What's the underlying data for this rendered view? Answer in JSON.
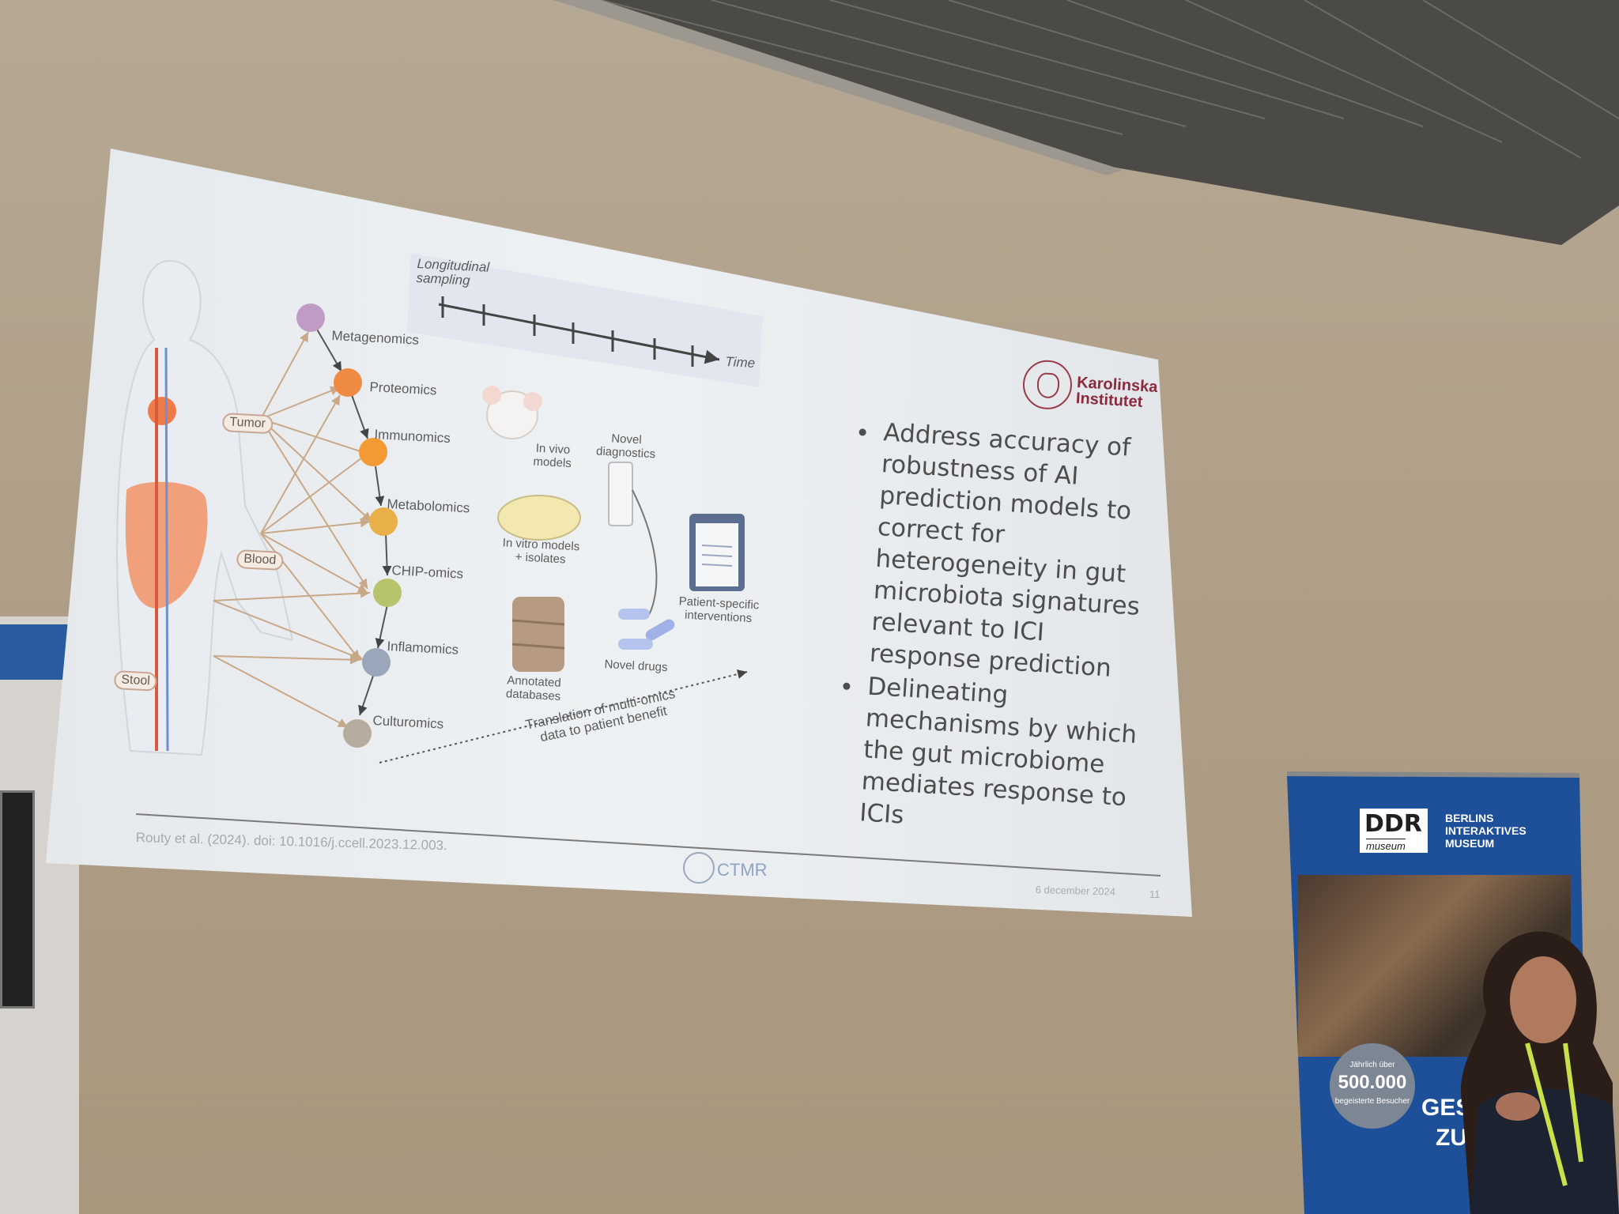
{
  "slide": {
    "figure": {
      "timeline_label": "Longitudinal sampling",
      "time_label": "Time",
      "omics": [
        "Metagenomics",
        "Proteomics",
        "Immunomics",
        "Metabolomics",
        "CHIP-omics",
        "Inflamomics",
        "Culturomics"
      ],
      "body_labels": [
        "Tumor",
        "Blood",
        "Stool"
      ],
      "models": {
        "in_vivo": "In vivo models",
        "in_vitro": "In vitro models + isolates",
        "databases": "Annotated databases",
        "diagnostics": "Novel diagnostics",
        "drugs": "Novel drugs",
        "interventions": "Patient-specific interventions",
        "translation": "Translation of multi-omics data to patient benefit"
      }
    },
    "logo": {
      "name": "Karolinska Institutet"
    },
    "bullets": [
      "Address accuracy of robustness of AI prediction models to correct for heterogeneity in gut microbiota signatures relevant to ICI response prediction",
      "Delineating mechanisms by which the gut microbiome mediates response to ICIs"
    ],
    "citation": "Routy et al. (2024). doi: 10.1016/j.ccell.2023.12.003.",
    "footer_logo": "CTMR",
    "date": "6 december 2024",
    "page_number": "11"
  },
  "banner": {
    "logo_word": "DDR",
    "logo_sub": "museum",
    "tagline": [
      "BERLINS",
      "INTERAKTIVES",
      "MUSEUM"
    ],
    "badge_top": "Jährlich über",
    "badge_number": "500.000",
    "badge_bottom": "begeisterte Besucher",
    "word1": "GES",
    "word2": "ZU"
  },
  "colors": {
    "wall": "#b09f88",
    "slide_bg": "#eef1f4",
    "banner_blue": "#1e4f99",
    "ki_red": "#8b2a3c"
  }
}
